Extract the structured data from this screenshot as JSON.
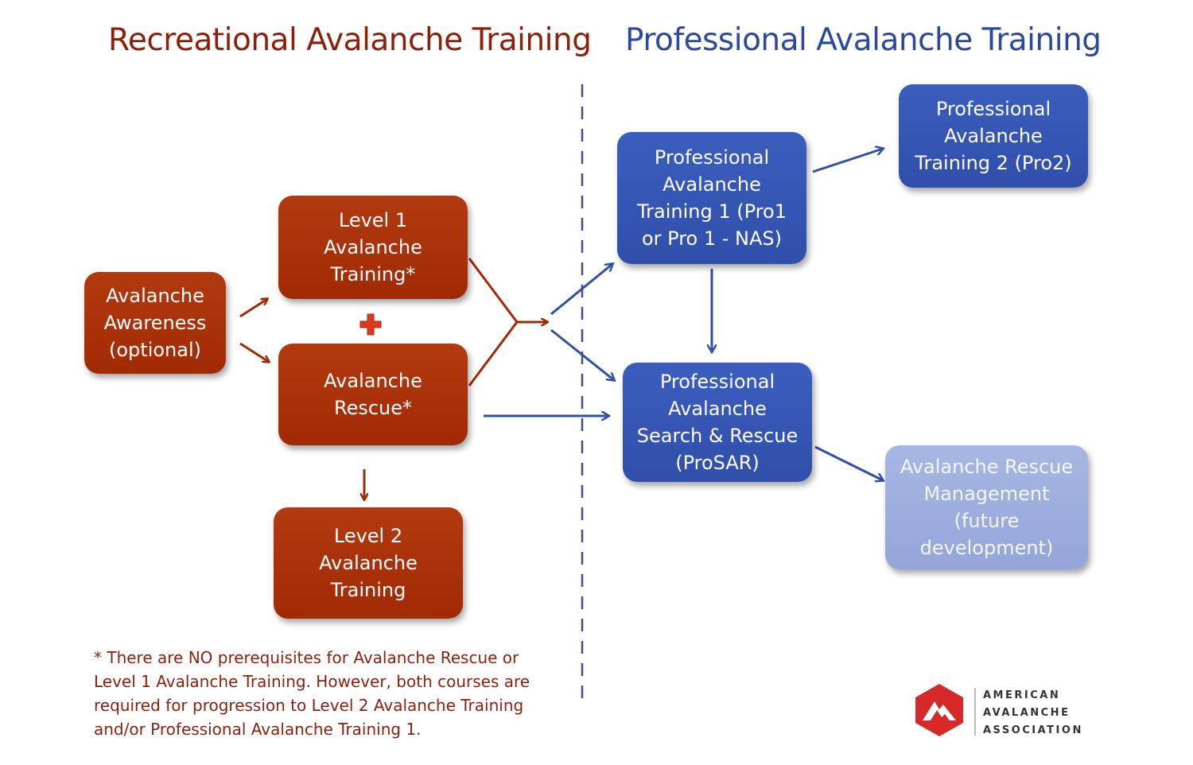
{
  "titles": {
    "recreational": "Recreational Avalanche Training",
    "professional": "Professional Avalanche Training"
  },
  "boxes": {
    "awareness": "Avalanche\nAwareness\n(optional)",
    "level1": "Level 1\nAvalanche\nTraining*",
    "rescue": "Avalanche\nRescue*",
    "level2": "Level 2\nAvalanche\nTraining",
    "pro1": "Professional\nAvalanche\nTraining 1 (Pro1\nor Pro 1 - NAS)",
    "pro2": "Professional\nAvalanche\nTraining 2 (Pro2)",
    "prosar": "Professional\nAvalanche\nSearch & Rescue\n(ProSAR)",
    "rescue_management": "Avalanche Rescue\nManagement\n(future\ndevelopment)"
  },
  "footnote": "* There are NO prerequisites for Avalanche Rescue or\nLevel 1 Avalanche Training.  However, both courses are\nrequired for progression to Level 2 Avalanche Training\nand/or Professional Avalanche Training 1.",
  "logo": {
    "line1": "AMERICAN",
    "line2": "AVALANCHE",
    "line3": "ASSOCIATION",
    "icon": "mountain-hexagon-icon"
  },
  "colors": {
    "recreational": "#a12a05",
    "professional": "#2f4fa9",
    "future": "#93a6d9",
    "red_text": "#8e1f0b",
    "blue_text": "#2b4a9e"
  }
}
